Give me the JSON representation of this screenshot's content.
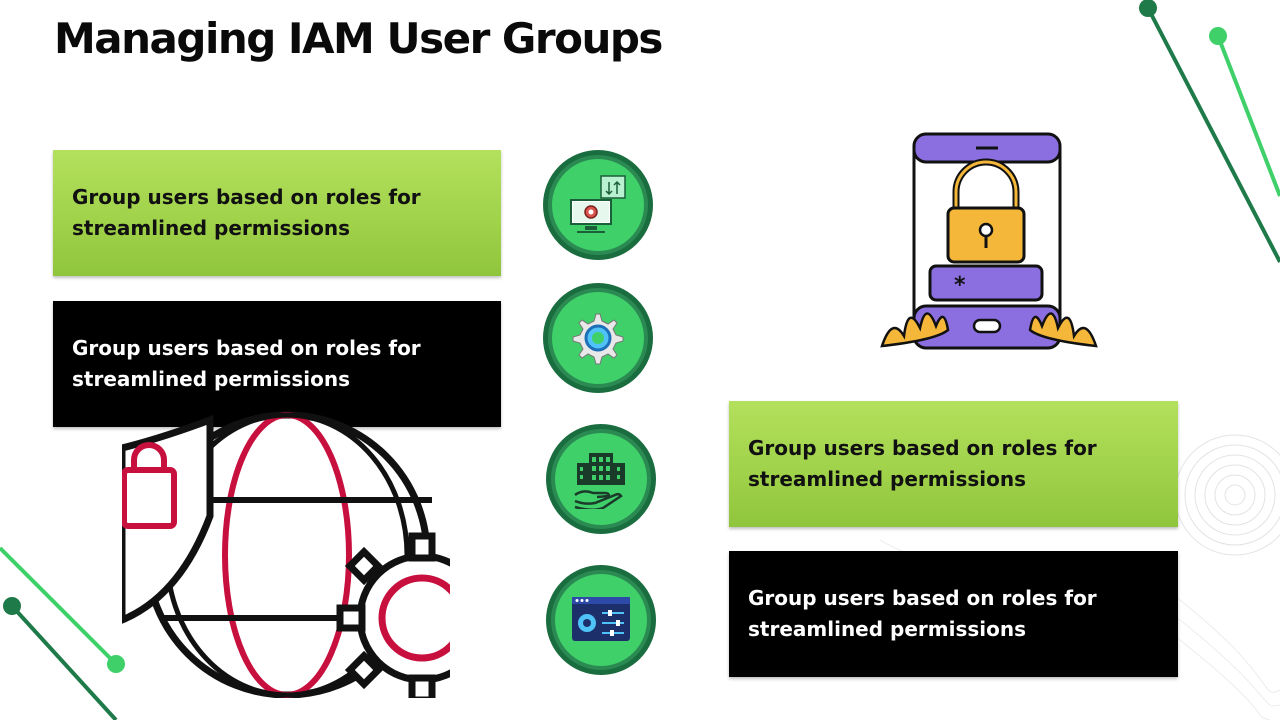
{
  "slide": {
    "title": "Managing IAM User Groups"
  },
  "cards": [
    {
      "text": "Group users based on roles for streamlined permissions",
      "style": "green"
    },
    {
      "text": "Group users based on roles for streamlined permissions",
      "style": "black"
    },
    {
      "text": "Group users based on roles for streamlined permissions",
      "style": "green"
    },
    {
      "text": "Group users based on roles for streamlined permissions",
      "style": "black"
    }
  ],
  "icons": [
    "computer-settings-icon",
    "gear-icon",
    "buildings-hand-icon",
    "dashboard-settings-icon",
    "phone-lock-icon",
    "globe-shield-gear-icon"
  ],
  "colors": {
    "green_card": "#a3d44c",
    "black_card": "#000000",
    "circle_outer": "#1a6d3f",
    "circle_inner": "#3fd06a",
    "accent_line": "#2fbf63"
  }
}
